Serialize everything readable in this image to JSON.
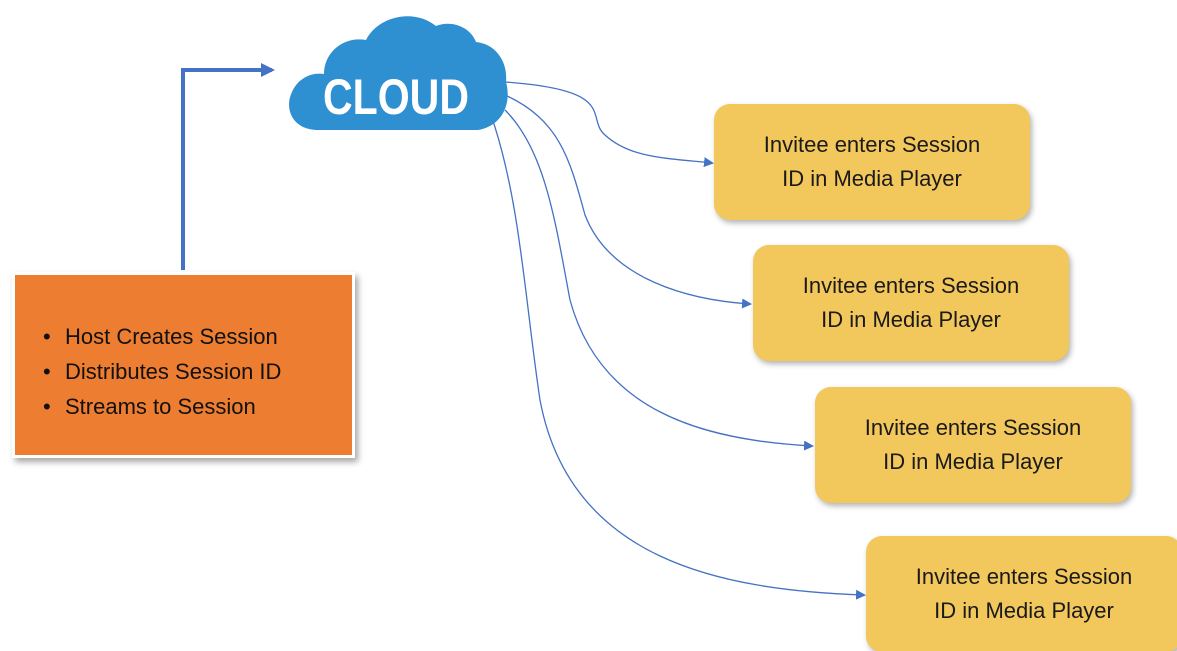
{
  "cloud": {
    "label": "CLOUD",
    "color": "#2E8FD1"
  },
  "host": {
    "bullet_symbol": "•",
    "items": [
      "Host Creates Session",
      "Distributes Session ID",
      "Streams to Session"
    ],
    "color": "#ED7D31"
  },
  "invitees": [
    {
      "line1": "Invitee enters Session",
      "line2": "ID in Media Player"
    },
    {
      "line1": "Invitee enters Session",
      "line2": "ID in Media Player"
    },
    {
      "line1": "Invitee enters Session",
      "line2": "ID in Media Player"
    },
    {
      "line1": "Invitee enters Session",
      "line2": "ID in Media Player"
    }
  ],
  "colors": {
    "connector": "#4472C4",
    "invitee_fill": "#F2C75C"
  }
}
